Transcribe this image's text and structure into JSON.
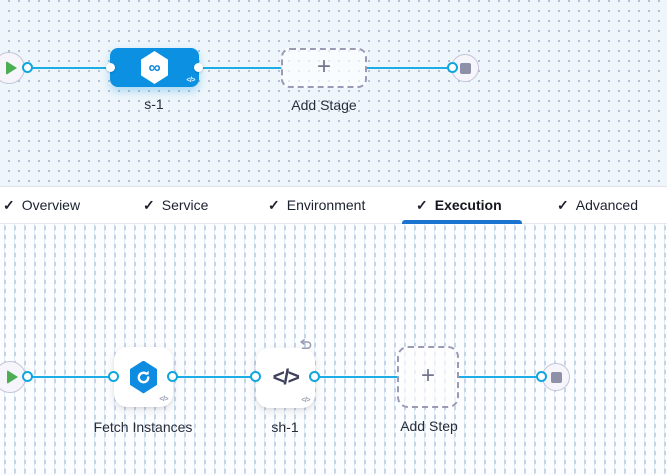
{
  "stage_pipeline": {
    "stage_label": "s-1",
    "add_stage_label": "Add Stage"
  },
  "tabs": {
    "check_glyph": "✓",
    "items": [
      {
        "label": "Overview",
        "completed": true,
        "selected": false
      },
      {
        "label": "Service",
        "completed": true,
        "selected": false
      },
      {
        "label": "Environment",
        "completed": true,
        "selected": false
      },
      {
        "label": "Execution",
        "completed": true,
        "selected": true
      },
      {
        "label": "Advanced",
        "completed": true,
        "selected": false
      }
    ]
  },
  "execution_pipeline": {
    "step1_label": "Fetch Instances",
    "step2_label": "sh-1",
    "add_step_label": "Add Step"
  },
  "icons": {
    "plus_glyph": "+",
    "code_glyph": "</>",
    "infinity_glyph": "∞"
  },
  "colors": {
    "connector_blue": "#1bade4",
    "stage_node_blue": "#0b90e2",
    "step_icon_blue": "#0d8ce2",
    "tab_underline_blue": "#1a73d0",
    "play_green": "#4cae53",
    "stop_gray": "#8e90a8",
    "top_canvas_bg": "#eef6fb",
    "bottom_canvas_bg": "#fcfdfe"
  }
}
